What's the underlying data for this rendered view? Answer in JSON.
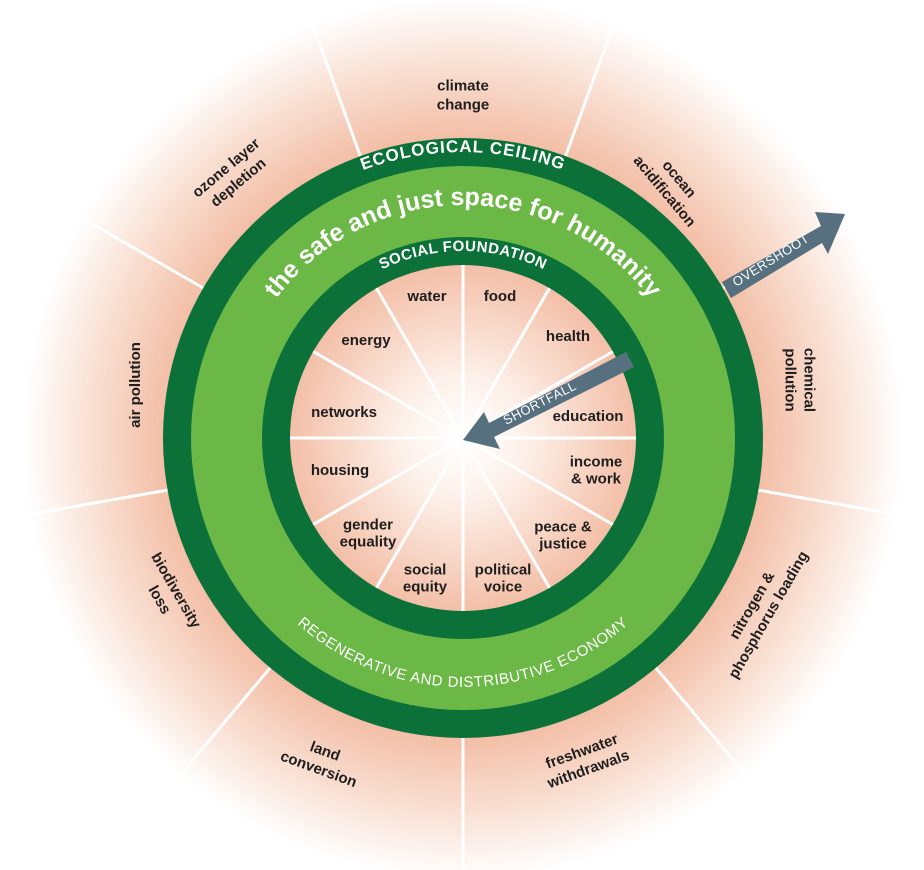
{
  "colors": {
    "dark_green": "#0b7139",
    "light_green": "#6cb847",
    "arrow": "#56707f",
    "peach": "#f3bea6"
  },
  "rings": {
    "ecological_ceiling": "ECOLOGICAL CEILING",
    "safe_space": "the safe and just space for humanity",
    "social_foundation": "SOCIAL FOUNDATION",
    "economy": "REGENERATIVE AND DISTRIBUTIVE ECONOMY"
  },
  "arrows": {
    "overshoot": "OVERSHOOT",
    "shortfall": "SHORTFALL"
  },
  "ecological": [
    {
      "lines": [
        "climate",
        "change"
      ]
    },
    {
      "lines": [
        "ocean",
        "acidification"
      ]
    },
    {
      "lines": [
        "chemical",
        "pollution"
      ]
    },
    {
      "lines": [
        "nitrogen &",
        "phosphorus loading"
      ]
    },
    {
      "lines": [
        "freshwater",
        "withdrawals"
      ]
    },
    {
      "lines": [
        "land",
        "conversion"
      ]
    },
    {
      "lines": [
        "biodiversity",
        "loss"
      ]
    },
    {
      "lines": [
        "air pollution"
      ]
    },
    {
      "lines": [
        "ozone layer",
        "depletion"
      ]
    }
  ],
  "social": [
    {
      "lines": [
        "food"
      ]
    },
    {
      "lines": [
        "health"
      ]
    },
    {
      "lines": [
        "education"
      ]
    },
    {
      "lines": [
        "income",
        "& work"
      ]
    },
    {
      "lines": [
        "peace &",
        "justice"
      ]
    },
    {
      "lines": [
        "political",
        "voice"
      ]
    },
    {
      "lines": [
        "social",
        "equity"
      ]
    },
    {
      "lines": [
        "gender",
        "equality"
      ]
    },
    {
      "lines": [
        "housing"
      ]
    },
    {
      "lines": [
        "networks"
      ]
    },
    {
      "lines": [
        "energy"
      ]
    },
    {
      "lines": [
        "water"
      ]
    }
  ]
}
